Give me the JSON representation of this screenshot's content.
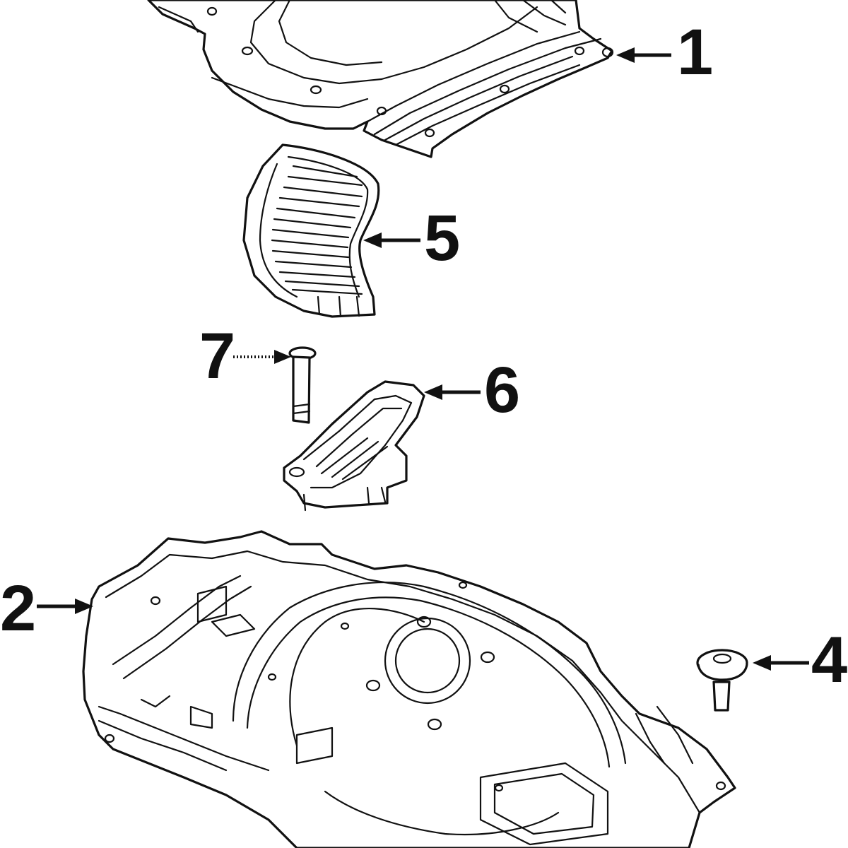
{
  "callouts": [
    {
      "id": "1",
      "label": "1"
    },
    {
      "id": "2",
      "label": "2"
    },
    {
      "id": "4",
      "label": "4"
    },
    {
      "id": "5",
      "label": "5"
    },
    {
      "id": "6",
      "label": "6"
    },
    {
      "id": "7",
      "label": "7"
    }
  ]
}
